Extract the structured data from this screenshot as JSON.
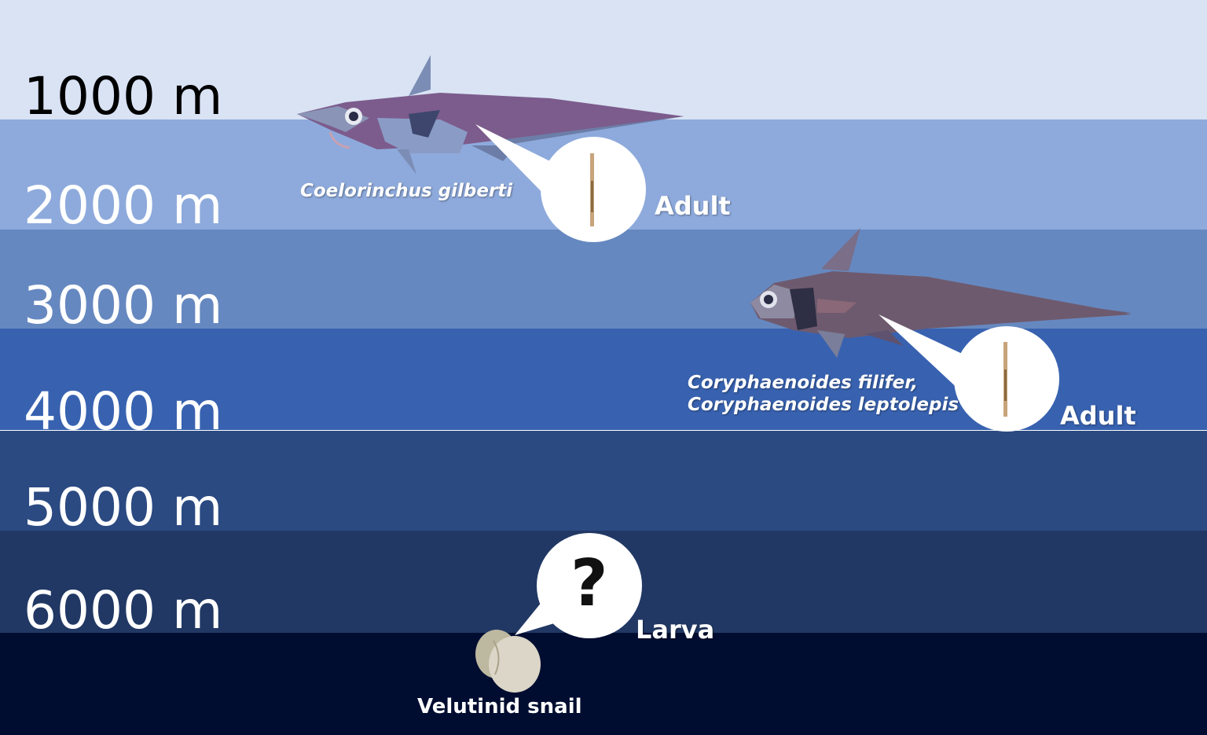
{
  "depth_labels": [
    {
      "text": "1000 m",
      "color": "#000000"
    },
    {
      "text": "2000 m",
      "color": "#ffffff"
    },
    {
      "text": "3000 m",
      "color": "#ffffff"
    },
    {
      "text": "4000 m",
      "color": "#ffffff"
    },
    {
      "text": "5000 m",
      "color": "#ffffff"
    },
    {
      "text": "6000 m",
      "color": "#ffffff"
    }
  ],
  "zone_colors": [
    "#d9e3f4",
    "#8eaadc",
    "#6688c0",
    "#3862b0",
    "#2b4a82",
    "#213864",
    "#000d30"
  ],
  "organisms": [
    {
      "name": "Coelorinchus gilberti",
      "stage": "Adult"
    },
    {
      "name_line1": "Coryphaenoides filifer,",
      "name_line2": "Coryphaenoides leptolepis",
      "stage": "Adult"
    },
    {
      "name": "Velutinid snail",
      "stage": "Larva",
      "bubble_text": "?"
    }
  ]
}
